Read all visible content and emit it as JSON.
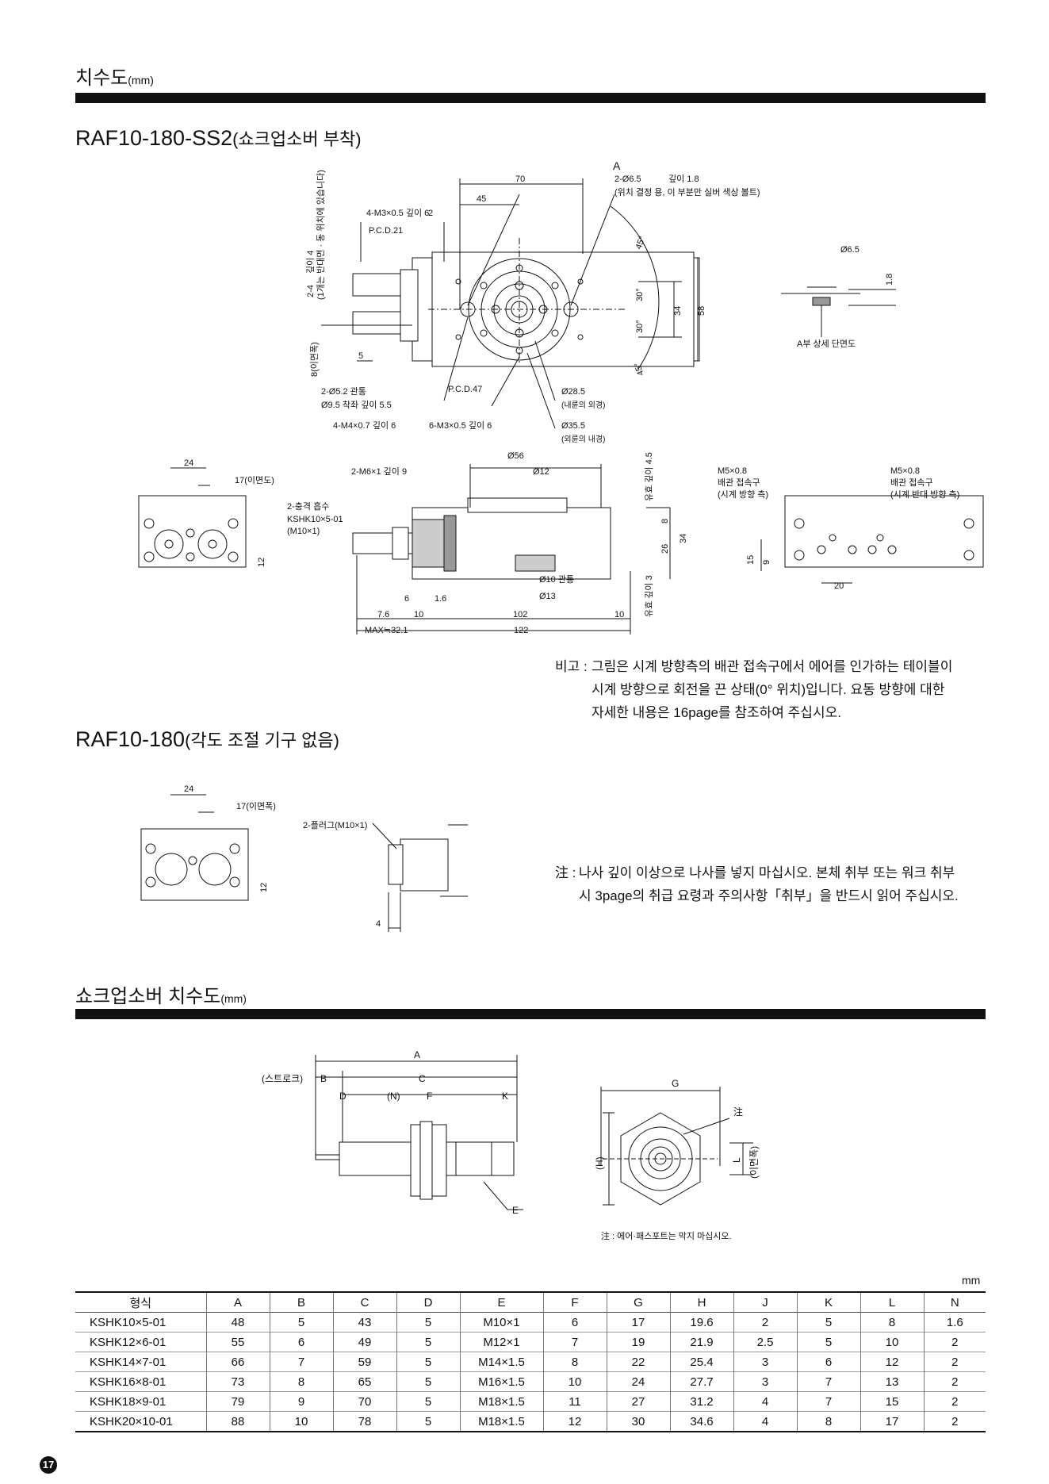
{
  "header": {
    "title": "치수도",
    "unit": "(mm)"
  },
  "sec1": {
    "title": "RAF10-180-SS2",
    "suffix": "(쇼크업소버 부착)",
    "labels": {
      "A": "A",
      "d70": "70",
      "d45": "45",
      "dowel": "2-Ø6.5",
      "dowel_depth": "깊이 1.8",
      "dowel_note": "(위치 결정 용, 이 부분만 실버 색상 볼트)",
      "m3x05": "4-M3×0.5 깊이 6",
      "d2": "2",
      "pcd21": "P.C.D.21",
      "side_tap": "2-4",
      "side_tap_depth": "깊이 4",
      "side_tap_note": "(1개는 반대면 · 동 위치에 있습니다)",
      "back_face": "8(이면폭)",
      "d5": "5",
      "ang45a": "45°",
      "ang30a": "30°",
      "ang30b": "30°",
      "ang45b": "45°",
      "d34": "34",
      "d58": "58",
      "through": "2-Ø5.2 관통",
      "counterbore": "Ø9.5 착좌 깊이 5.5",
      "m4": "4-M4×0.7 깊이 6",
      "pcd47": "P.C.D.47",
      "m3x6": "6-M3×0.5 깊이 6",
      "d285": "Ø28.5",
      "inner": "(내륜의 외경)",
      "d355": "Ø35.5",
      "outer": "(외륜의 내경)",
      "detail_dia": "Ø6.5",
      "detail_18": "1.8",
      "detail_caption": "A부 상세 단면도",
      "d24": "24",
      "d17": "17(이면도)",
      "d12": "12",
      "m6": "2-M6×1 깊이 9",
      "shock_count": "2-충격 흡수",
      "shock_model": "KSHK10×5-01",
      "shock_thread": "(M10×1)",
      "d56": "Ø56",
      "d12b": "Ø12",
      "eff45": "유효 깊이 4.5",
      "d8": "8",
      "d26": "26",
      "d34b": "34",
      "d10": "Ø10 관통",
      "d13": "Ø13",
      "eff3": "유효 깊이 3",
      "d6": "6",
      "d16": "1.6",
      "d76": "7.6",
      "d10b": "10",
      "d102": "102",
      "d10c": "10",
      "max": "MAX≒32.1",
      "d122": "122",
      "m5_cw": "M5×0.8",
      "pipe_cw": "배관 접속구",
      "cw": "(시계 방향 측)",
      "m5_ccw": "M5×0.8",
      "pipe_ccw": "배관 접속구",
      "ccw": "(시계 반대 방향 측)",
      "d15": "15",
      "d9": "9",
      "d20": "20"
    },
    "remark_label": "비고 :",
    "remark_lines": [
      "그림은 시계 방향측의 배관 접속구에서 에어를 인가하는 테이블이",
      "시계 방향으로 회전을 끈 상태(0° 위치)입니다. 요동 방향에 대한",
      "자세한 내용은 16page를 참조하여 주십시오."
    ]
  },
  "sec2": {
    "title": "RAF10-180",
    "suffix": "(각도 조절 기구 없음)",
    "labels": {
      "d24": "24",
      "d17": "17(이면폭)",
      "d12": "12",
      "plug": "2-플러그(M10×1)",
      "d4": "4"
    },
    "note_label": "注 :",
    "note_lines": [
      "나사 깊이 이상으로 나사를 넣지 마십시오. 본체 취부 또는 워크 취부",
      "시 3page의 취급 요령과 주의사항「취부」을 반드시 읽어 주십시오."
    ]
  },
  "sec3": {
    "title": "쇼크업소버 치수도",
    "unit": "(mm)",
    "labels": {
      "A": "A",
      "stroke": "(스트로크)",
      "B": "B",
      "C": "C",
      "D": "D",
      "N": "(N)",
      "F": "F",
      "K": "K",
      "E": "E",
      "G": "G",
      "note": "注",
      "H": "(H)",
      "L": "L",
      "back": "(이면폭)"
    },
    "caption": "注 : 에어·패스포트는 막지 마십시오.",
    "unit_label": "mm",
    "table": {
      "headers": [
        "형식",
        "A",
        "B",
        "C",
        "D",
        "E",
        "F",
        "G",
        "H",
        "J",
        "K",
        "L",
        "N"
      ],
      "rows": [
        [
          "KSHK10×5-01",
          "48",
          "5",
          "43",
          "5",
          "M10×1",
          "6",
          "17",
          "19.6",
          "2",
          "5",
          "8",
          "1.6"
        ],
        [
          "KSHK12×6-01",
          "55",
          "6",
          "49",
          "5",
          "M12×1",
          "7",
          "19",
          "21.9",
          "2.5",
          "5",
          "10",
          "2"
        ],
        [
          "KSHK14×7-01",
          "66",
          "7",
          "59",
          "5",
          "M14×1.5",
          "8",
          "22",
          "25.4",
          "3",
          "6",
          "12",
          "2"
        ],
        [
          "KSHK16×8-01",
          "73",
          "8",
          "65",
          "5",
          "M16×1.5",
          "10",
          "24",
          "27.7",
          "3",
          "7",
          "13",
          "2"
        ],
        [
          "KSHK18×9-01",
          "79",
          "9",
          "70",
          "5",
          "M18×1.5",
          "11",
          "27",
          "31.2",
          "4",
          "7",
          "15",
          "2"
        ],
        [
          "KSHK20×10-01",
          "88",
          "10",
          "78",
          "5",
          "M18×1.5",
          "12",
          "30",
          "34.6",
          "4",
          "8",
          "17",
          "2"
        ]
      ]
    }
  },
  "page_number": "17"
}
